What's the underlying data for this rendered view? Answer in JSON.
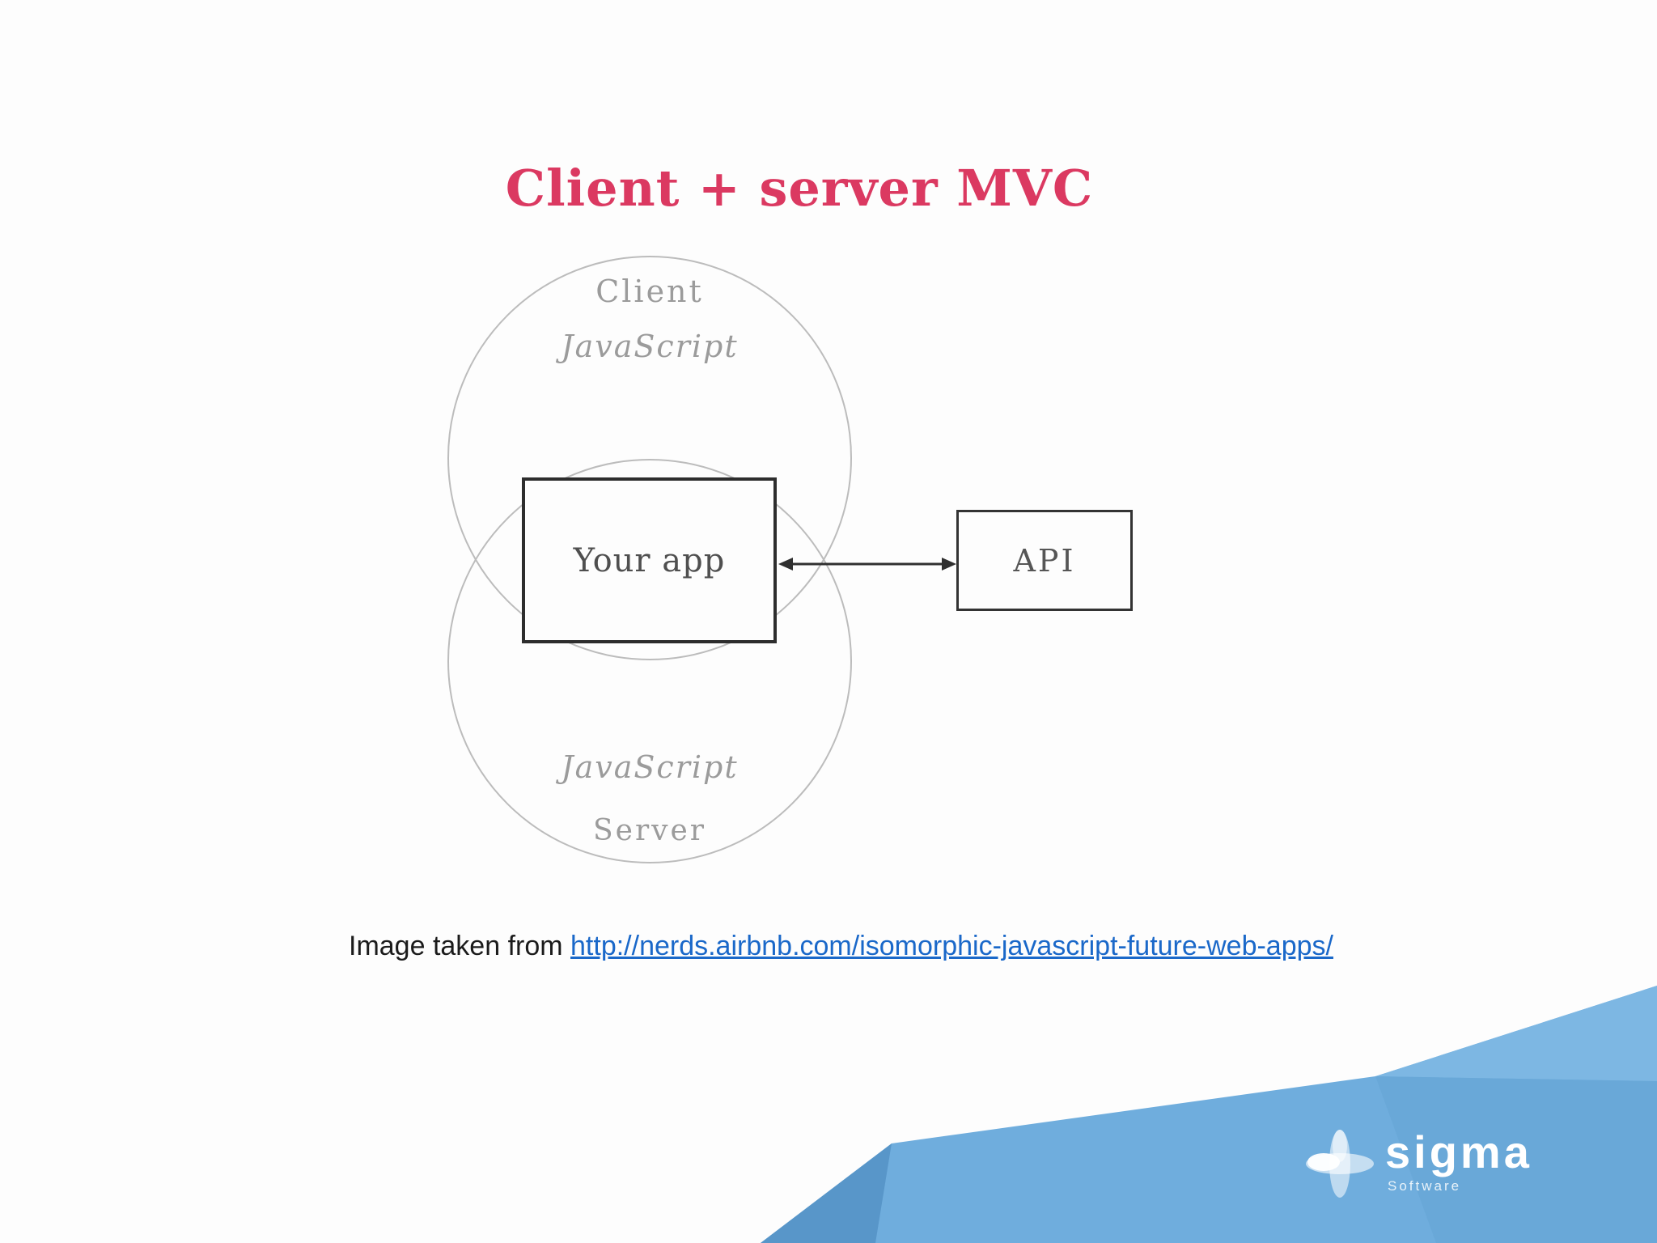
{
  "title": {
    "text": "Client + server MVC"
  },
  "diagram": {
    "top_circle": {
      "name": "Client",
      "tech": "JavaScript"
    },
    "bottom_circle": {
      "name": "Server",
      "tech": "JavaScript"
    },
    "app_box": {
      "label": "Your app"
    },
    "api_box": {
      "label": "API"
    }
  },
  "caption": {
    "prefix": "Image taken from ",
    "link_text": "http://nerds.airbnb.com/isomorphic-javascript-future-web-apps/"
  },
  "logo": {
    "brand": "sigma",
    "subtitle": "Software"
  },
  "colors": {
    "title_accent": "#DB3961",
    "link_blue": "#1A68C9",
    "circle_stroke": "#BCBCBC",
    "label_gray": "#9B9B9B",
    "footer_main": "#6FADDD",
    "footer_dark_facet": "#5896C9",
    "footer_mid_facet": "#69A8D8",
    "footer_light_facet": "#7DB7E3"
  }
}
